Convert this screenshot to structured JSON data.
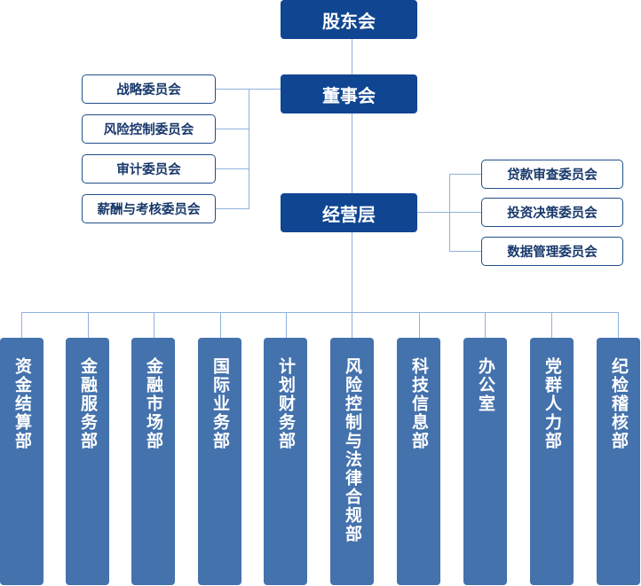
{
  "top": {
    "shareholders": "股东会",
    "board": "董事会",
    "management": "经营层"
  },
  "board_committees": [
    "战略委员会",
    "风险控制委员会",
    "审计委员会",
    "薪酬与考核委员会"
  ],
  "management_committees": [
    "贷款审查委员会",
    "投资决策委员会",
    "数据管理委员会"
  ],
  "departments": [
    "资金结算部",
    "金融服务部",
    "金融市场部",
    "国际业务部",
    "计划财务部",
    "风险控制与法律合规部",
    "科技信息部",
    "办公室",
    "党群人力部",
    "纪检稽核部"
  ],
  "colors": {
    "top_box": "#0f4591",
    "dept_box": "#4472ad",
    "committee_border": "#1f4e8c",
    "connector": "#8fb2dc"
  }
}
